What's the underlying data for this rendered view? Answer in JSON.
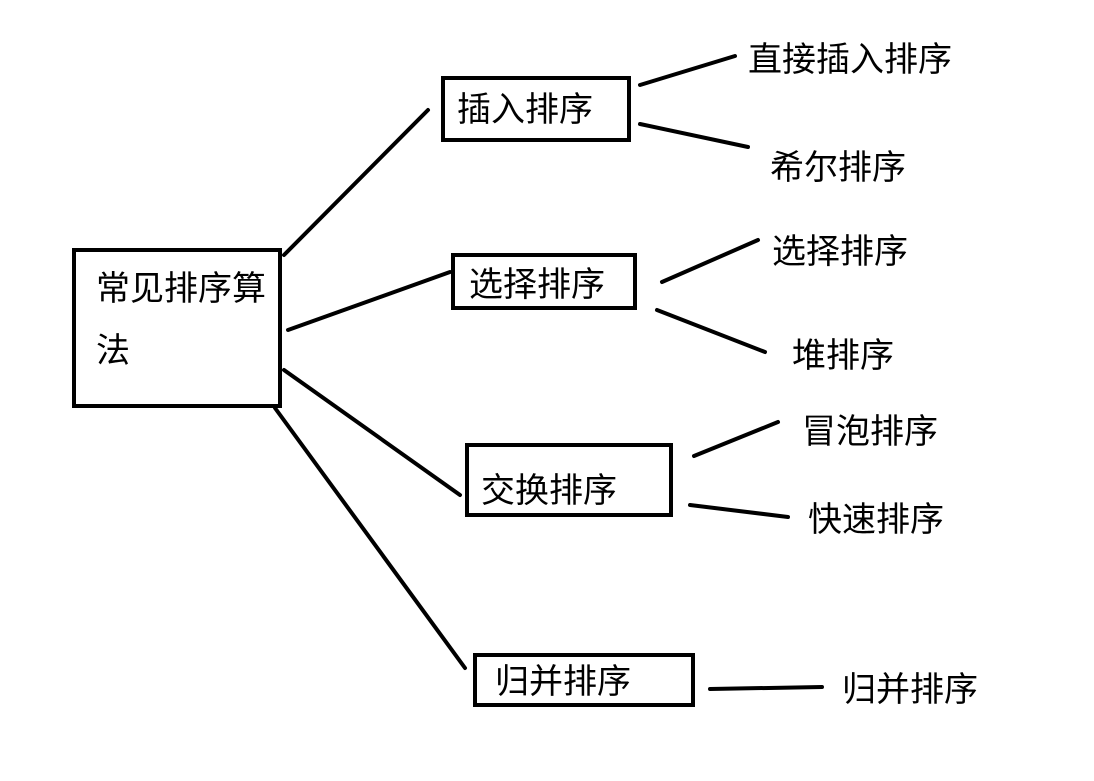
{
  "root": {
    "label": "常见排序算法"
  },
  "categories": [
    {
      "label": "插入排序",
      "leaves": [
        "直接插入排序",
        "希尔排序"
      ]
    },
    {
      "label": "选择排序",
      "leaves": [
        "选择排序",
        "堆排序"
      ]
    },
    {
      "label": "交换排序",
      "leaves": [
        "冒泡排序",
        "快速排序"
      ]
    },
    {
      "label": "归并排序",
      "leaves": [
        "归并排序"
      ]
    }
  ]
}
